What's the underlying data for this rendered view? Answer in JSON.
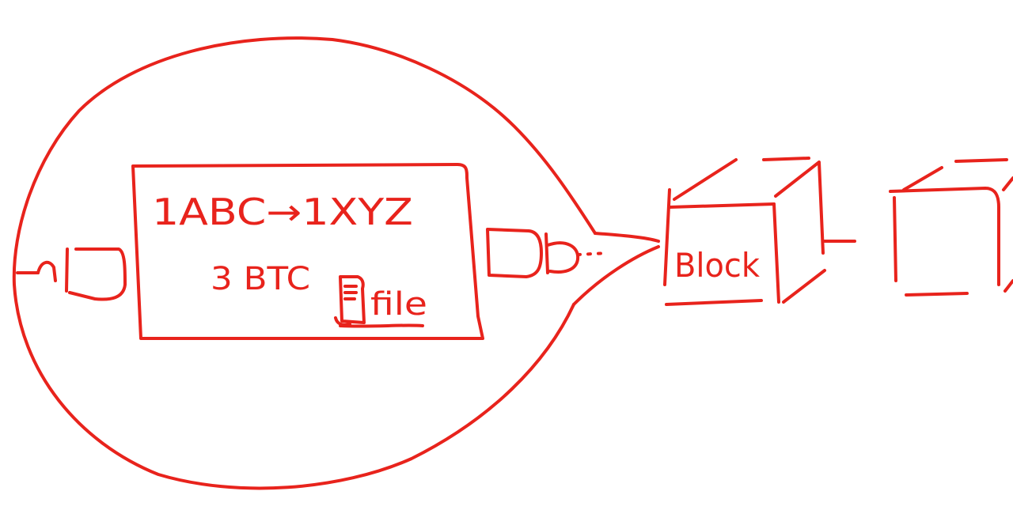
{
  "colors": {
    "ink": "#e8231c",
    "background": "#ffffff"
  },
  "transaction": {
    "from_to": "1ABC→1XYZ",
    "amount": "3 BTC",
    "attachment": "file",
    "attachment_icon": "document-icon"
  },
  "block": {
    "label": "Block"
  }
}
